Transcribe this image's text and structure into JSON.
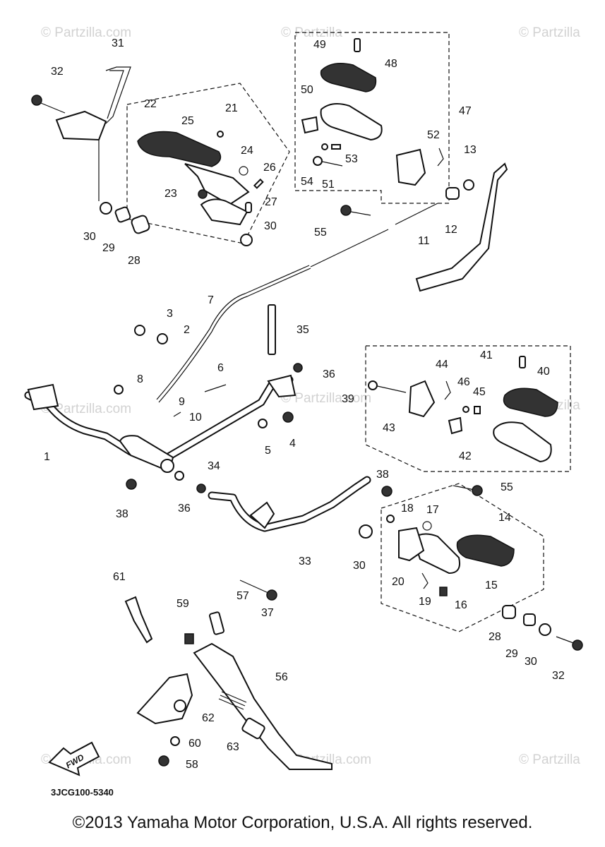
{
  "watermarks": [
    "© Partzilla.com",
    "© Partzilla",
    "© Partzilla",
    "© Partzilla.com",
    "© Partzilla.com",
    "© Partzilla",
    "© Partzilla.com",
    "© Partzilla.com",
    "© Partzilla"
  ],
  "callouts": [
    "31",
    "32",
    "22",
    "25",
    "21",
    "24",
    "26",
    "23",
    "27",
    "30",
    "29",
    "28",
    "30",
    "49",
    "48",
    "50",
    "47",
    "52",
    "53",
    "54",
    "51",
    "13",
    "55",
    "12",
    "11",
    "3",
    "2",
    "7",
    "35",
    "36",
    "8",
    "6",
    "9",
    "10",
    "1",
    "5",
    "4",
    "34",
    "41",
    "40",
    "44",
    "46",
    "45",
    "39",
    "43",
    "42",
    "38",
    "36",
    "38",
    "18",
    "17",
    "14",
    "30",
    "33",
    "20",
    "19",
    "16",
    "15",
    "37",
    "55",
    "61",
    "59",
    "57",
    "56",
    "28",
    "29",
    "30",
    "32",
    "62",
    "63",
    "60",
    "58"
  ],
  "diagram_code": "3JCG100-5340",
  "fwd_label": "FWD",
  "copyright": "©2013 Yamaha Motor Corporation, U.S.A. All rights reserved."
}
